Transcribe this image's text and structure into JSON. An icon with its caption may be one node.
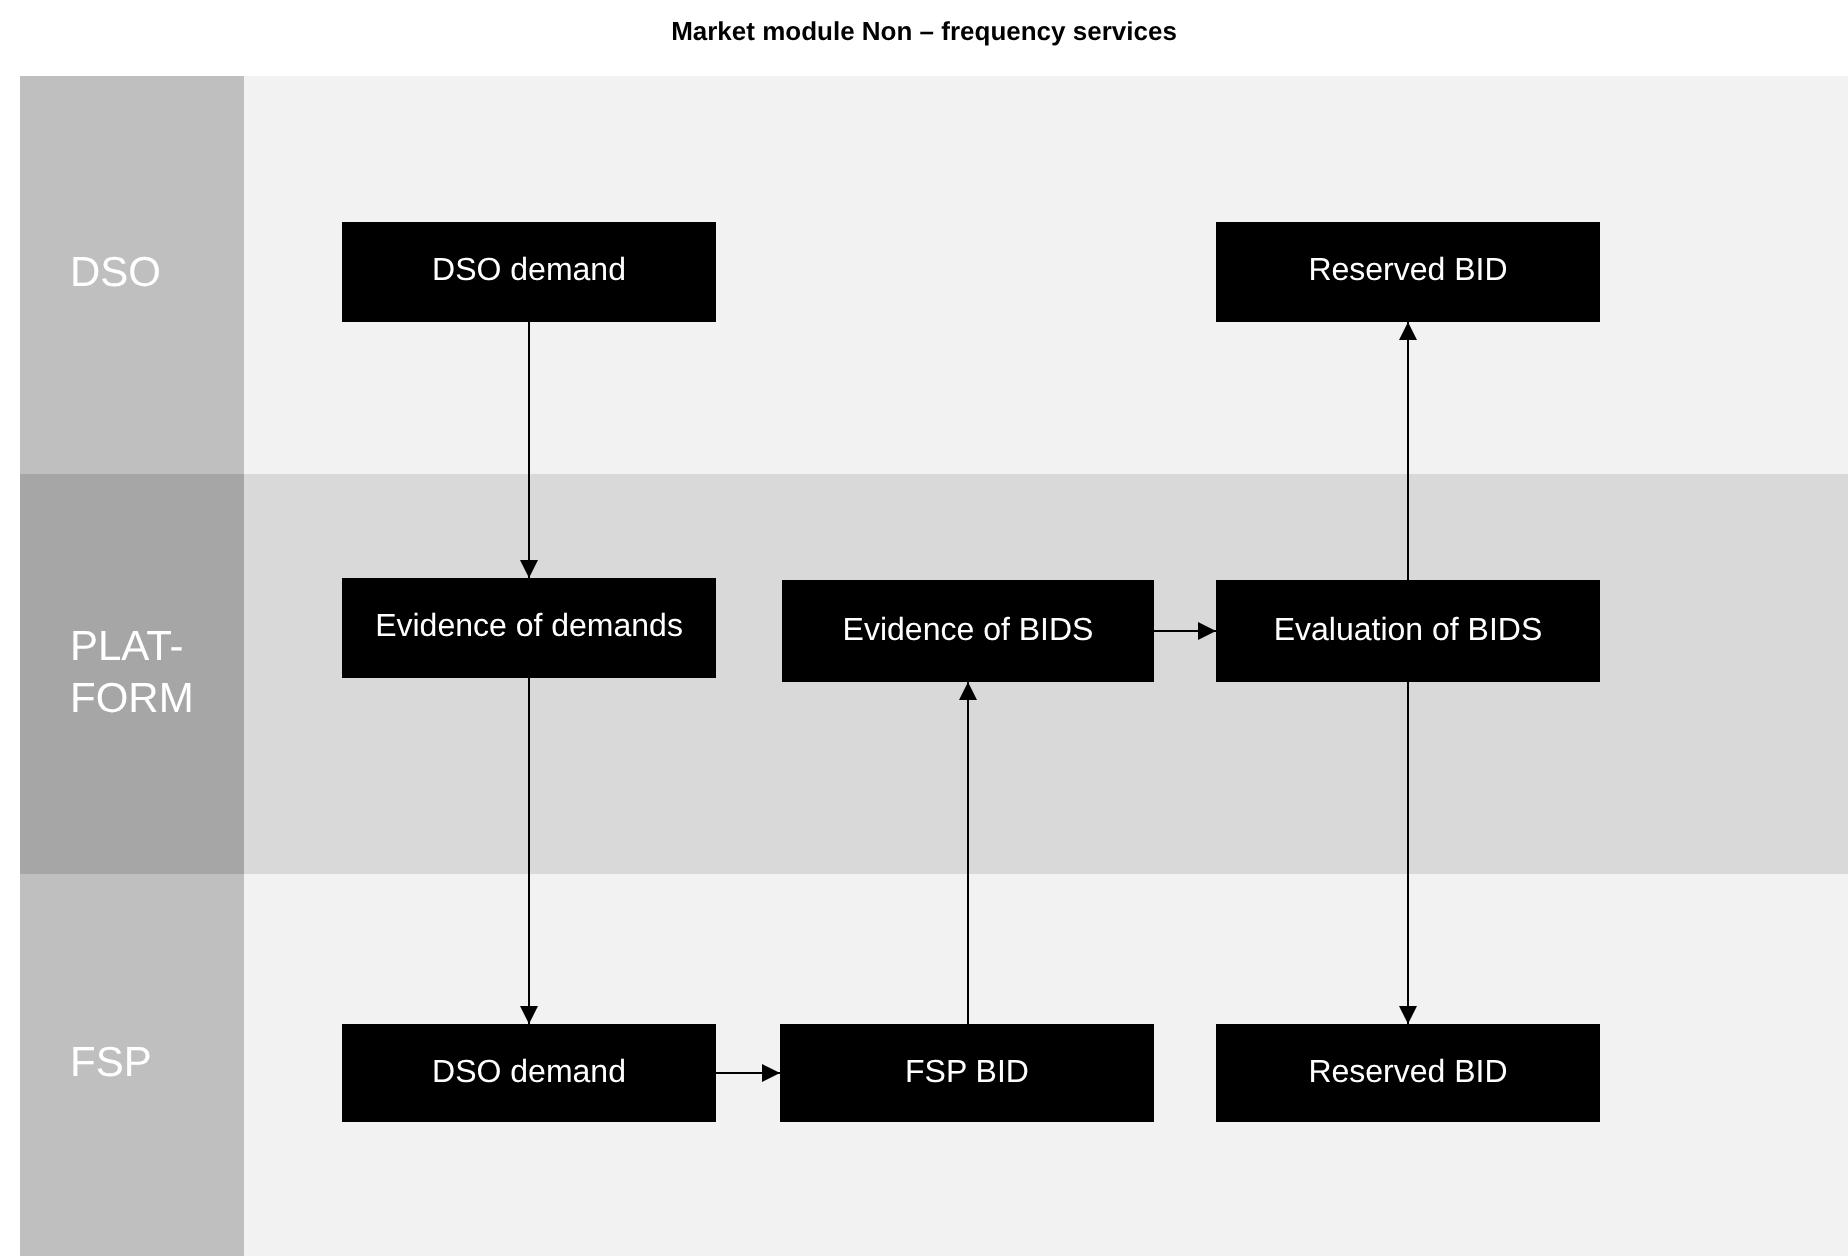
{
  "diagram": {
    "title": "Market module Non – frequency services",
    "nodes": [
      {
        "text": [
          "DSO"
        ]
      },
      {
        "text": [
          "DSO demand"
        ],
        "in": 0
      },
      {
        "text": [
          "Reserved BID"
        ],
        "in": 0
      },
      {
        "text": [
          "PLAT- FORM"
        ]
      },
      {
        "text": [
          "Evidence of demands"
        ],
        "in": 3
      },
      {
        "text": [
          "Evidence of BIDS"
        ],
        "in": 3
      },
      {
        "text": [
          "Evaluation of BIDS"
        ],
        "in": 3
      },
      {
        "text": [
          "FSP"
        ]
      },
      {
        "text": [
          "DSO demand"
        ],
        "in": 7
      },
      {
        "text": [
          "FSP BID"
        ],
        "in": 7
      },
      {
        "text": [
          "Reserved BID"
        ],
        "in": 7
      }
    ],
    "edges": [
      {
        "from": 1,
        "to": 4,
        "arrow": "to"
      },
      {
        "from": 4,
        "to": 8,
        "arrow": "to"
      },
      {
        "from": 8,
        "to": 9,
        "arrow": "to"
      },
      {
        "from": 9,
        "to": 5,
        "arrow": "to"
      },
      {
        "from": 5,
        "to": 6,
        "arrow": "to"
      },
      {
        "from": 6,
        "to": 2,
        "arrow": "to"
      },
      {
        "from": 6,
        "to": 10,
        "arrow": "to"
      }
    ]
  }
}
